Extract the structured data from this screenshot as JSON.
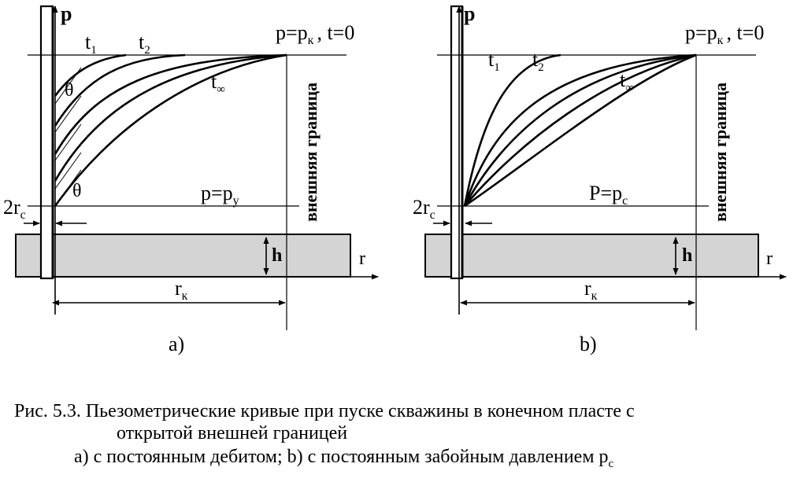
{
  "panels": [
    {
      "id": "a",
      "axis_p": "p",
      "axis_r": "r",
      "top_condition": "p=p",
      "top_condition_sub": "к",
      "top_condition_tail": ", t=0",
      "bottom_condition": "p=p",
      "bottom_condition_sub": "у",
      "boundary_label": "внешняя граница",
      "well_radius_label": "2r",
      "well_radius_sub": "с",
      "thickness_label": "h",
      "rk_label": "r",
      "rk_sub": "к",
      "curve_labels": [
        {
          "text": "t",
          "sub": "1"
        },
        {
          "text": "t",
          "sub": "2"
        },
        {
          "text": "t",
          "sub": "∞"
        }
      ],
      "angle_label": "θ",
      "panel_label": "a)"
    },
    {
      "id": "b",
      "axis_p": "p",
      "axis_r": "r",
      "top_condition": "p=p",
      "top_condition_sub": "к",
      "top_condition_tail": ", t=0",
      "bottom_condition": "P=p",
      "bottom_condition_sub": "c",
      "boundary_label": "внешняя граница",
      "well_radius_label": "2r",
      "well_radius_sub": "с",
      "thickness_label": "h",
      "rk_label": "r",
      "rk_sub": "к",
      "curve_labels": [
        {
          "text": "t",
          "sub": "1"
        },
        {
          "text": "t",
          "sub": "2"
        },
        {
          "text": "t",
          "sub": "∞"
        }
      ],
      "panel_label": "b)"
    }
  ],
  "caption": {
    "line1": "Рис. 5.3. Пьезометрические кривые при пуске скважины в конечном пласте с",
    "line2": "открытой внешней границей",
    "line3": "а) с постоянным дебитом; b) с постоянным забойным давлением p",
    "line3_sub": "c"
  },
  "colors": {
    "ink": "#000000",
    "layer_fill": "#d4d4d4"
  }
}
